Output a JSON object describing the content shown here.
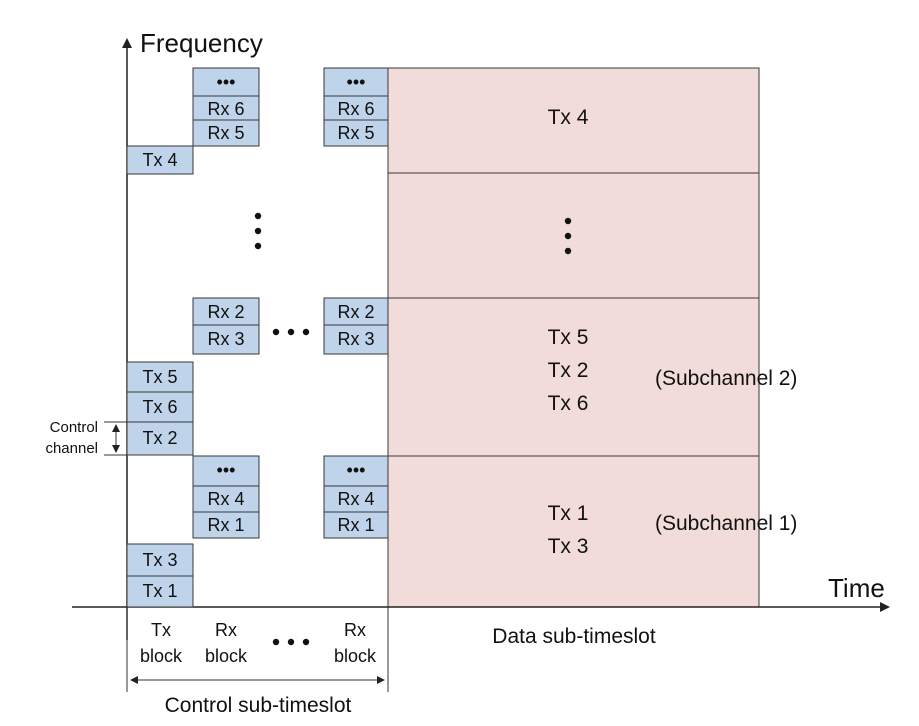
{
  "axes": {
    "y_title": "Frequency",
    "x_title": "Time"
  },
  "tx_block": {
    "cells": [
      "Tx 4",
      "Tx 5",
      "Tx 6",
      "Tx 2",
      "Tx 3",
      "Tx 1"
    ]
  },
  "rx_block_1": {
    "upper": [
      "•••",
      "Rx 6",
      "Rx 5"
    ],
    "middle": [
      "Rx 2",
      "Rx 3"
    ],
    "lower": [
      "•••",
      "Rx 4",
      "Rx 1"
    ]
  },
  "rx_block_n": {
    "upper": [
      "•••",
      "Rx 6",
      "Rx 5"
    ],
    "middle": [
      "Rx 2",
      "Rx 3"
    ],
    "lower": [
      "•••",
      "Rx 4",
      "Rx 1"
    ]
  },
  "data_regions": {
    "top": [
      "Tx 4"
    ],
    "middle": [
      "Tx 5",
      "Tx 2",
      "Tx 6"
    ],
    "bottom": [
      "Tx 1",
      "Tx 3"
    ],
    "subchannel_2": "(Subchannel 2)",
    "subchannel_1": "(Subchannel 1)"
  },
  "control_channel": {
    "line1": "Control",
    "line2": "channel"
  },
  "bottom_labels": {
    "tx_block": [
      "Tx",
      "block"
    ],
    "rx_block_1": [
      "Rx",
      "block"
    ],
    "rx_block_n": [
      "Rx",
      "block"
    ],
    "data_subtimeslot": "Data sub-timeslot",
    "control_subtimeslot": "Control sub-timeslot"
  }
}
